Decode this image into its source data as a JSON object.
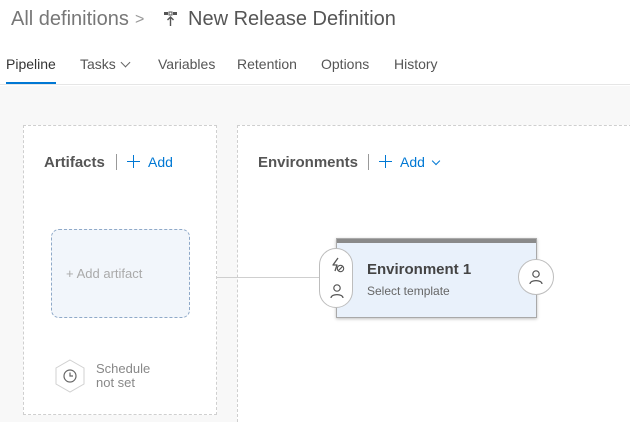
{
  "header": {
    "breadcrumb_root": "All definitions",
    "breadcrumb_separator": ">",
    "definition_icon": "release-definition-icon",
    "title": "New Release Definition"
  },
  "tabs": [
    {
      "label": "Pipeline",
      "active": true
    },
    {
      "label": "Tasks",
      "has_dropdown": true
    },
    {
      "label": "Variables"
    },
    {
      "label": "Retention"
    },
    {
      "label": "Options"
    },
    {
      "label": "History"
    }
  ],
  "artifacts": {
    "title": "Artifacts",
    "add_label": "Add",
    "add_artifact_label": "Add artifact",
    "schedule_icon": "clock-icon",
    "schedule_line1": "Schedule",
    "schedule_line2": "not set"
  },
  "environments": {
    "title": "Environments",
    "add_label": "Add",
    "items": [
      {
        "name": "Environment 1",
        "subtitle": "Select template",
        "pre_deploy_icons": [
          "trigger-icon",
          "approver-icon"
        ],
        "post_deploy_icon": "approver-icon"
      }
    ]
  },
  "colors": {
    "accent": "#0078d4",
    "card_background": "#e9f1fb",
    "canvas_background": "#f8f8f8"
  }
}
